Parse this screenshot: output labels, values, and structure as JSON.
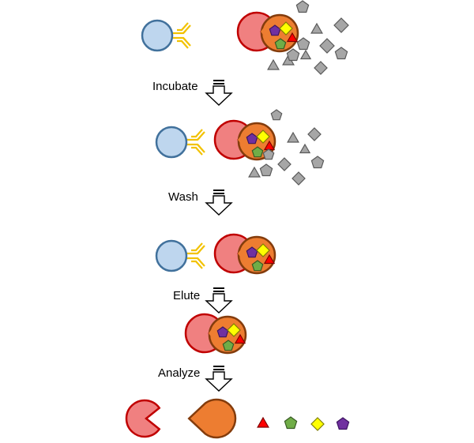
{
  "steps": [
    {
      "label": "Incubate"
    },
    {
      "label": "Wash"
    },
    {
      "label": "Elute"
    },
    {
      "label": "Analyze"
    }
  ],
  "colors": {
    "bead_fill": "#bed6ee",
    "bead_stroke": "#41719c",
    "antibody": "#f2c200",
    "antigen_fill": "#f08080",
    "antigen_stroke": "#c00000",
    "complex_fill": "#ed7d31",
    "complex_stroke": "#843c0c",
    "pentagon_purple": "#7030a0",
    "diamond_yellow": "#ffff00",
    "triangle_red": "#ff0000",
    "pentagon_green": "#70ad47",
    "contaminant_fill": "#a6a6a6",
    "contaminant_stroke": "#595959",
    "arrow_fill": "#ffffff",
    "arrow_stroke": "#000000"
  }
}
